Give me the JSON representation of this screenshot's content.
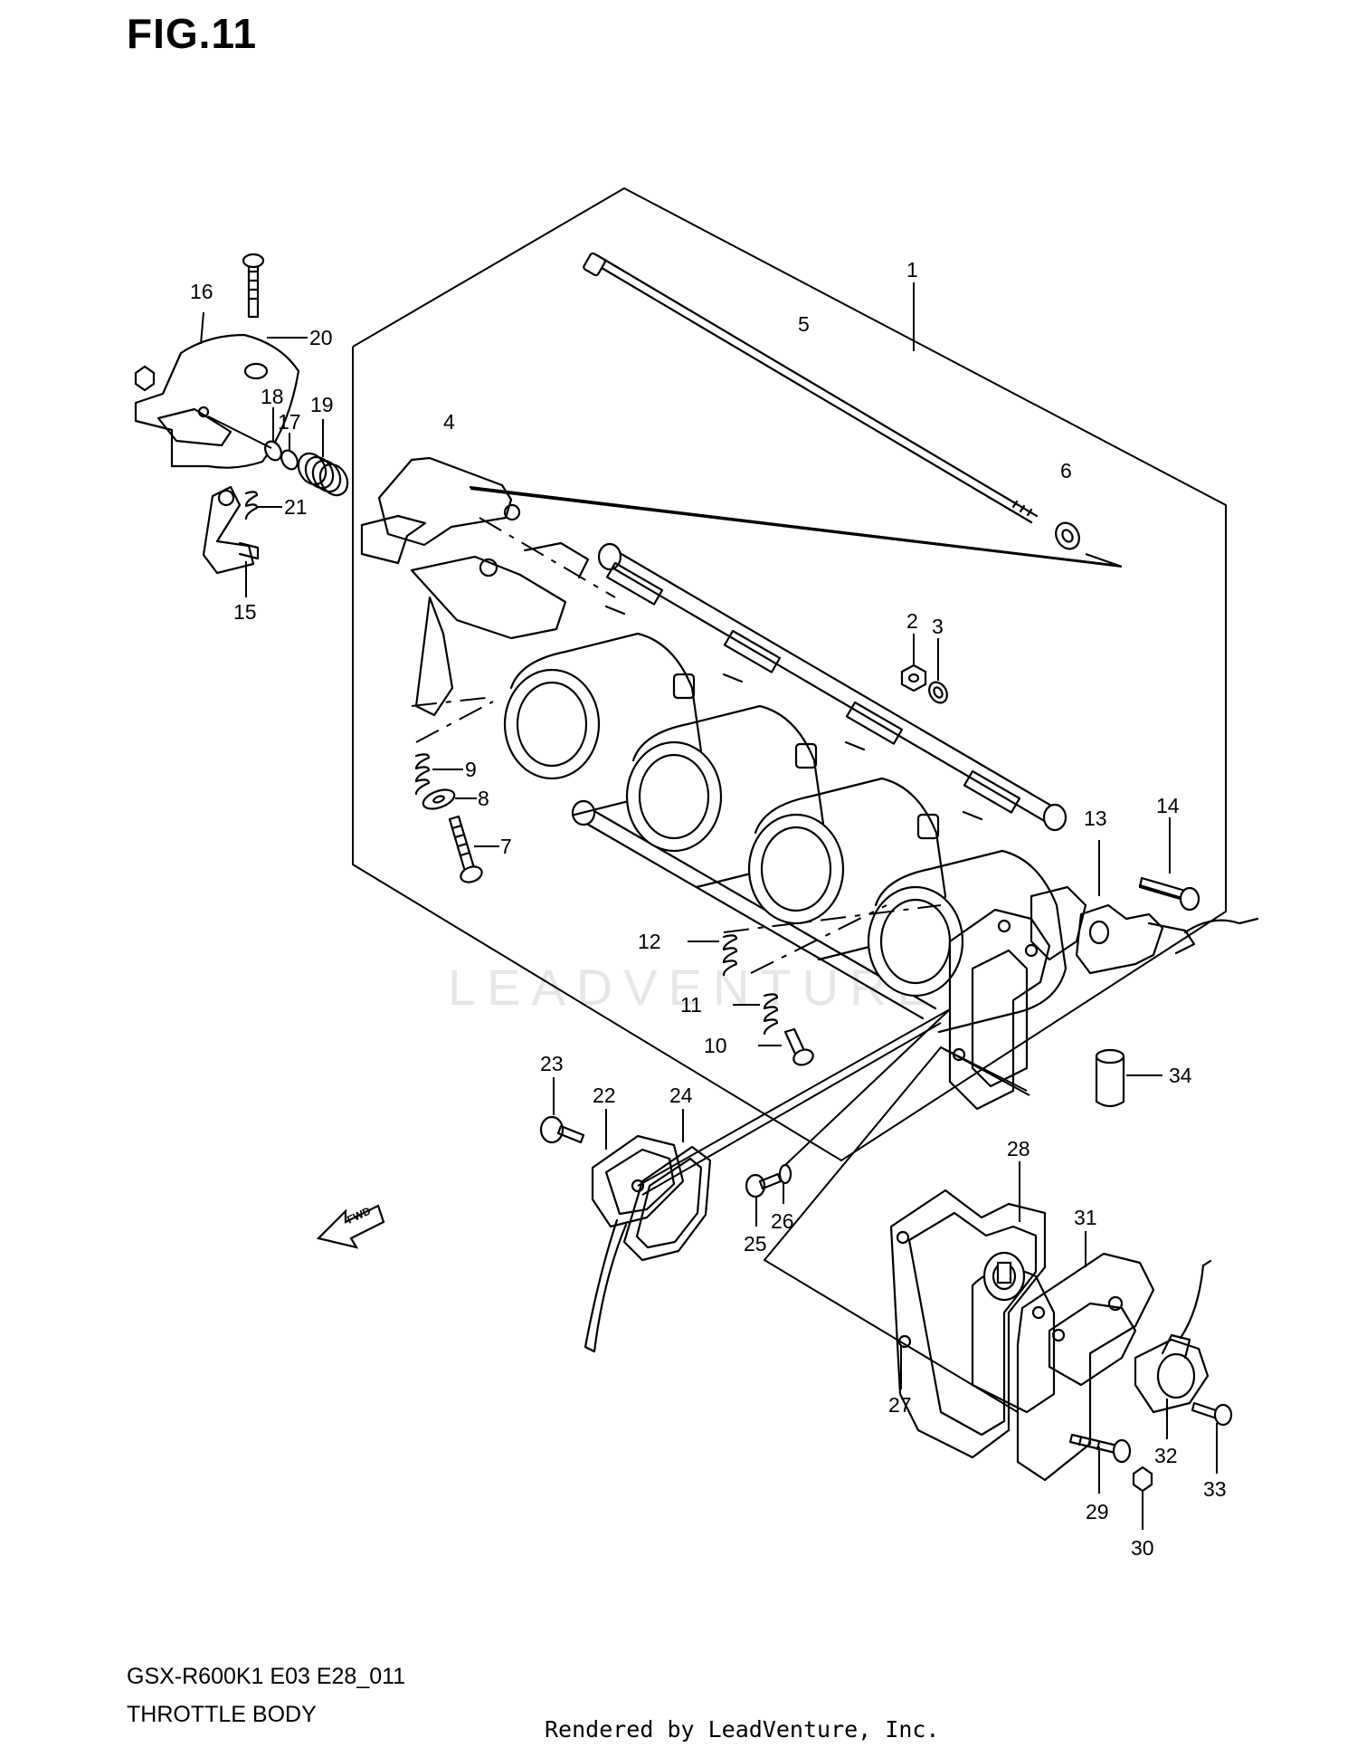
{
  "header": {
    "figure_label": "FIG.11"
  },
  "footer": {
    "model_code": "GSX-R600K1 E03 E28_011",
    "section_name": "THROTTLE BODY",
    "rendered_by": "Rendered by LeadVenture, Inc."
  },
  "watermark": {
    "text": "LEADVENTURE"
  },
  "diagram": {
    "fwd_label": "FWD"
  },
  "callouts": [
    {
      "id": "c1",
      "label": "1"
    },
    {
      "id": "c2",
      "label": "2"
    },
    {
      "id": "c3",
      "label": "3"
    },
    {
      "id": "c4",
      "label": "4"
    },
    {
      "id": "c5",
      "label": "5"
    },
    {
      "id": "c6",
      "label": "6"
    },
    {
      "id": "c7",
      "label": "7"
    },
    {
      "id": "c8",
      "label": "8"
    },
    {
      "id": "c9",
      "label": "9"
    },
    {
      "id": "c10",
      "label": "10"
    },
    {
      "id": "c11",
      "label": "11"
    },
    {
      "id": "c12",
      "label": "12"
    },
    {
      "id": "c13",
      "label": "13"
    },
    {
      "id": "c14",
      "label": "14"
    },
    {
      "id": "c15",
      "label": "15"
    },
    {
      "id": "c16",
      "label": "16"
    },
    {
      "id": "c17",
      "label": "17"
    },
    {
      "id": "c18",
      "label": "18"
    },
    {
      "id": "c19",
      "label": "19"
    },
    {
      "id": "c20",
      "label": "20"
    },
    {
      "id": "c21",
      "label": "21"
    },
    {
      "id": "c22",
      "label": "22"
    },
    {
      "id": "c23",
      "label": "23"
    },
    {
      "id": "c24",
      "label": "24"
    },
    {
      "id": "c25",
      "label": "25"
    },
    {
      "id": "c26",
      "label": "26"
    },
    {
      "id": "c27",
      "label": "27"
    },
    {
      "id": "c28",
      "label": "28"
    },
    {
      "id": "c29",
      "label": "29"
    },
    {
      "id": "c30",
      "label": "30"
    },
    {
      "id": "c31",
      "label": "31"
    },
    {
      "id": "c32",
      "label": "32"
    },
    {
      "id": "c33",
      "label": "33"
    },
    {
      "id": "c34",
      "label": "34"
    }
  ]
}
